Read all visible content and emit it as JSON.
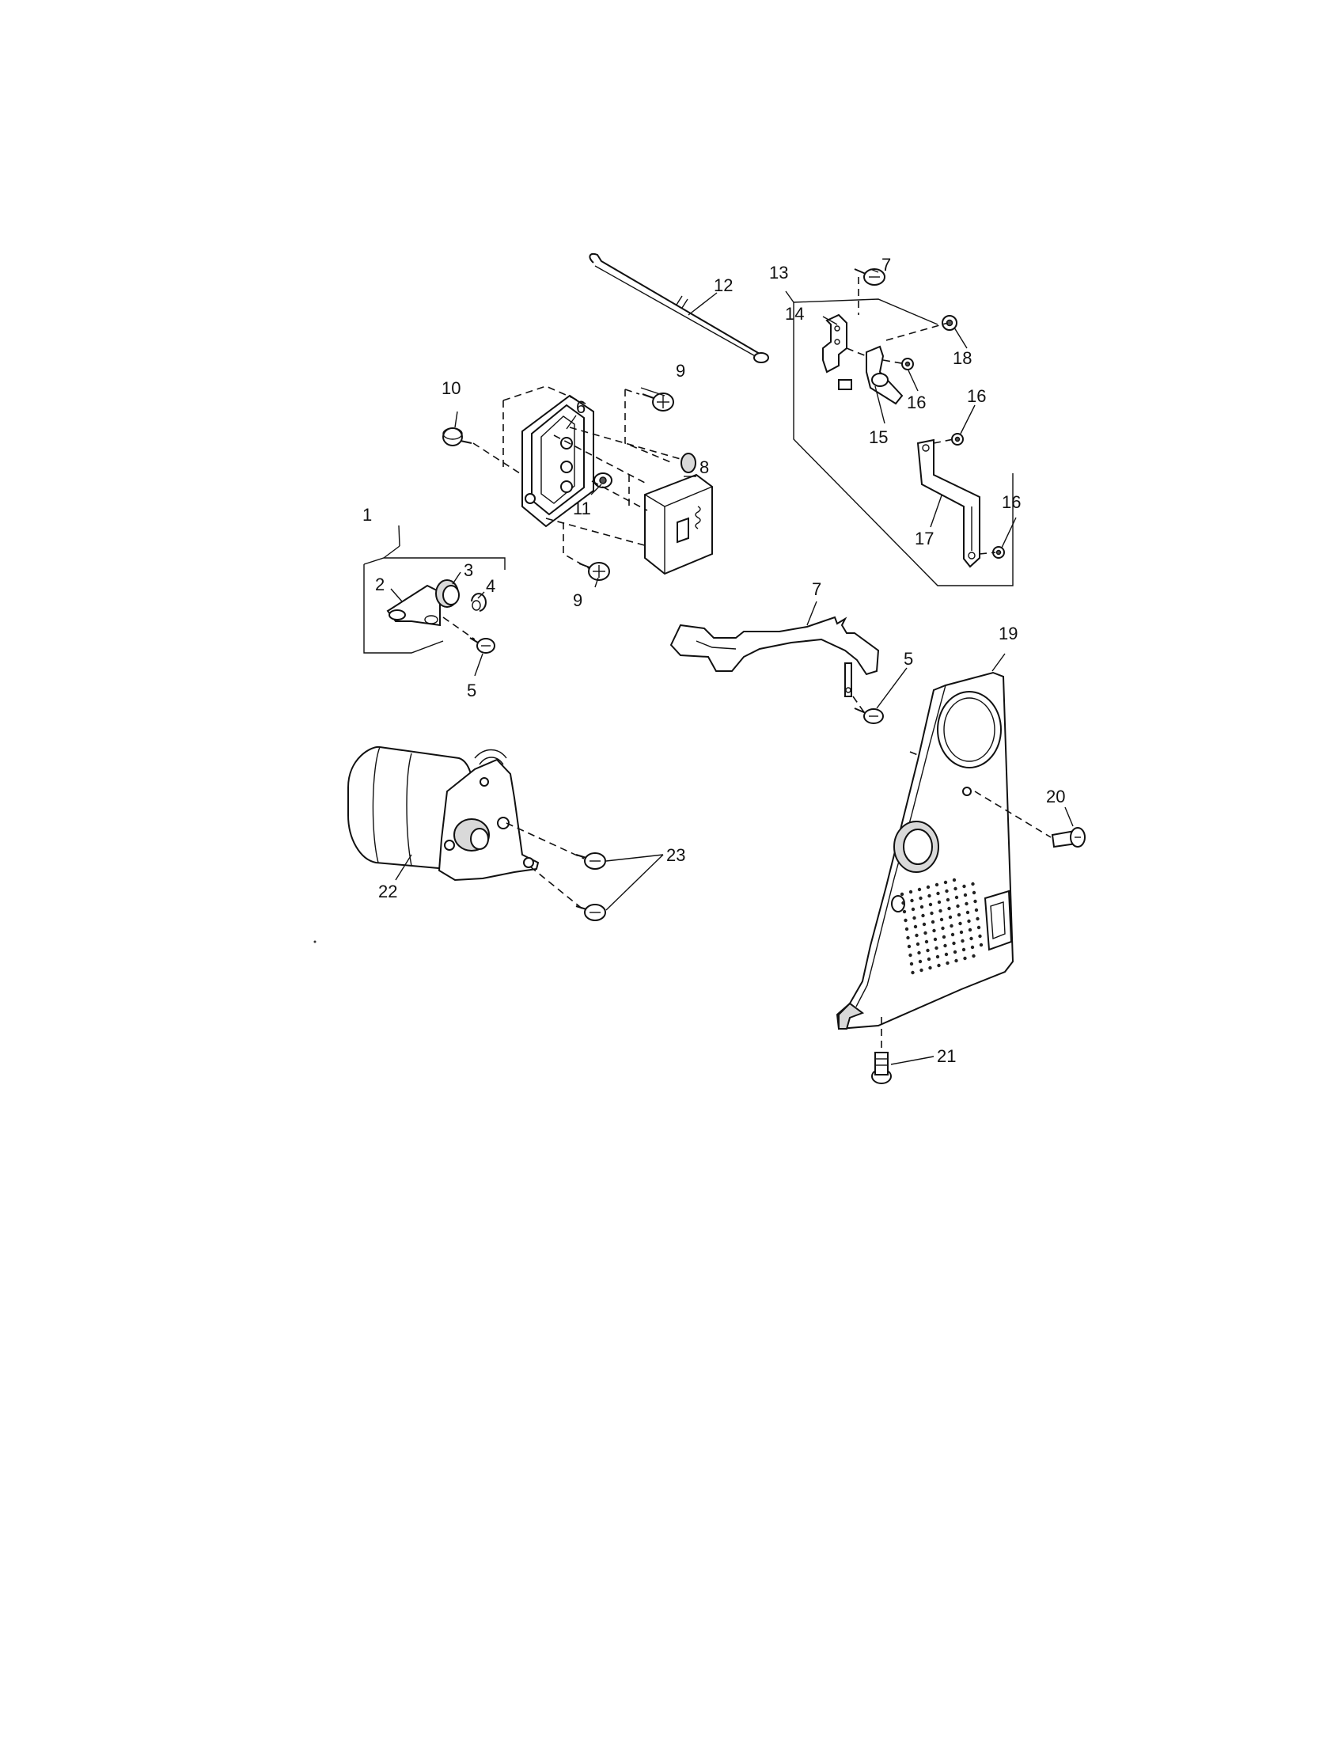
{
  "callouts": {
    "c1": "1",
    "c2": "2",
    "c3": "3",
    "c4": "4",
    "c5a": "5",
    "c5b": "5",
    "c6": "6",
    "c7a": "7",
    "c7b": "7",
    "c8": "8",
    "c9a": "9",
    "c9b": "9",
    "c10": "10",
    "c11": "11",
    "c12": "12",
    "c13": "13",
    "c14": "14",
    "c15": "15",
    "c16a": "16",
    "c16b": "16",
    "c16c": "16",
    "c17": "17",
    "c18": "18",
    "c19": "19",
    "c20": "20",
    "c21": "21",
    "c22": "22",
    "c23": "23"
  }
}
